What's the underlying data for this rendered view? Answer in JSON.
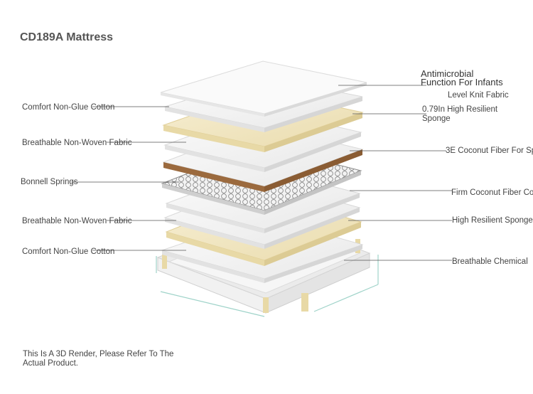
{
  "title": "CD189A Mattress",
  "labels": {
    "antimicrobial_line1": "Antimicrobial",
    "antimicrobial_line2": "Function For Infants",
    "level_knit": "Level Knit Fabric",
    "high_resilient_079": "0.79In High Resilient Sponge",
    "coconut_3e": "3E Coconut Fiber For Sp",
    "firm_coconut": "Firm Coconut Fiber Co",
    "high_resilient_sponge": "High Resilient Sponge",
    "breathable_chemical": "Breathable Chemical",
    "comfort_top": "Comfort Non-Glue Cotton",
    "nonwoven_top": "Breathable Non-Woven Fabric",
    "bonnell": "Bonnell Springs",
    "nonwoven_bottom": "Breathable Non-Woven Fabric",
    "comfort_bottom": "Comfort Non-Glue Cotton"
  },
  "footer": "This Is A 3D Render, Please Refer To The Actual Product.",
  "colors": {
    "layer_white": "#f4f4f4",
    "layer_edge": "#d9d9d9",
    "layer_cream": "#f2e7c4",
    "layer_coconut": "#9b6a3e",
    "spring": "#8a8a8a",
    "leader": "#555555",
    "glass": "#9fd3c9"
  }
}
